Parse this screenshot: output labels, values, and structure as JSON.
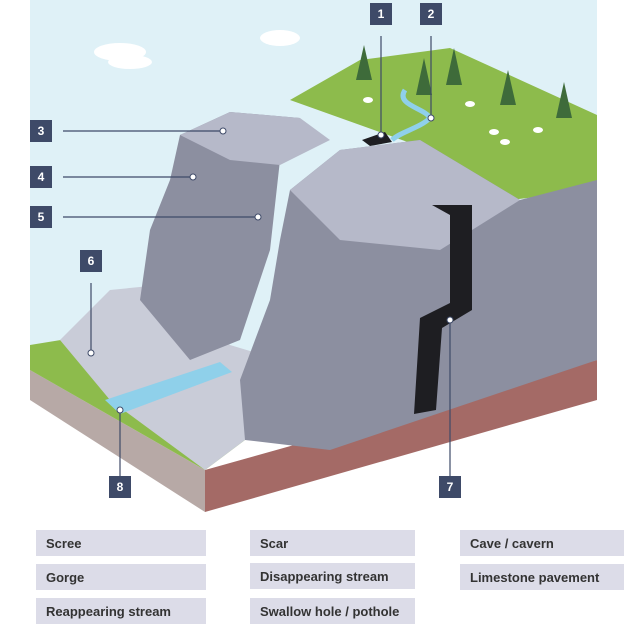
{
  "markers": [
    "1",
    "2",
    "3",
    "4",
    "5",
    "6",
    "7",
    "8"
  ],
  "labels": [
    "Scree",
    "Gorge",
    "Reappearing stream",
    "Scar",
    "Disappearing stream",
    "Swallow hole / pothole",
    "Cave / cavern",
    "Limestone pavement"
  ],
  "colors": {
    "marker": "#3e4a68",
    "label_bg": "#dcdce8",
    "sky": "#dff1f7",
    "grass": "#8dbb4c",
    "rock_top": "#b6b9c9",
    "rock_face": "#8c8fa0",
    "soil": "#a46a66"
  }
}
